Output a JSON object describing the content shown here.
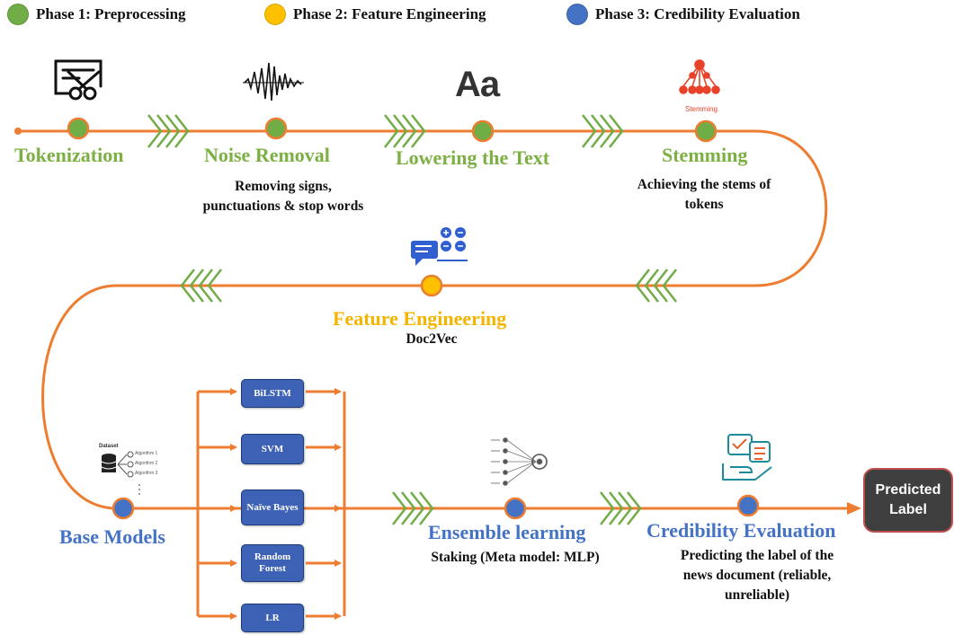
{
  "legend": [
    {
      "label": "Phase 1: Preprocessing",
      "color": "#70ad47"
    },
    {
      "label": "Phase 2: Feature Engineering",
      "color": "#ffc000"
    },
    {
      "label": "Phase 3: Credibility Evaluation",
      "color": "#4472c4"
    }
  ],
  "colors": {
    "flow_line": "#ed7d31",
    "phase1": "#70ad47",
    "phase2": "#ffc000",
    "phase3": "#4472c4",
    "chevron": "#70ad47",
    "model_box": "#3d62b5"
  },
  "stages": {
    "tokenization": {
      "title": "Tokenization",
      "icon": "document-scissors-icon"
    },
    "noise_removal": {
      "title": "Noise Removal",
      "description_lines": [
        "Removing signs,",
        "punctuations & stop words"
      ],
      "icon": "noise-waveform-icon"
    },
    "lowering": {
      "title": "Lowering the Text",
      "icon": "text-case-icon",
      "icon_text": "Aa"
    },
    "stemming": {
      "title": "Stemming",
      "description_lines": [
        "Achieving the stems of",
        "tokens"
      ],
      "icon": "stemming-tree-icon",
      "icon_caption": "Stemming"
    },
    "feature_engineering": {
      "title": "Feature Engineering",
      "description": "Doc2Vec",
      "icon": "chat-vector-icon"
    },
    "base_models": {
      "title": "Base Models",
      "icon": "dataset-algorithms-icon",
      "icon_caption": "Dataset",
      "icon_algorithms": [
        "Algorithm 1",
        "Algorithm 2",
        "Algorithm 3"
      ]
    },
    "ensemble": {
      "title": "Ensemble learning",
      "description": "Staking (Meta model: MLP)",
      "icon": "neural-network-icon"
    },
    "credibility": {
      "title": "Credibility Evaluation",
      "description_lines": [
        "Predicting the label of the",
        "news document (reliable,",
        "unreliable)"
      ],
      "icon": "hand-checklist-icon"
    }
  },
  "models": [
    {
      "label": "BiLSTM"
    },
    {
      "label": "SVM"
    },
    {
      "label": "Naïve Bayes"
    },
    {
      "label": "Random Forest"
    },
    {
      "label": "LR"
    }
  ],
  "output": {
    "label_lines": [
      "Predicted",
      "Label"
    ]
  }
}
